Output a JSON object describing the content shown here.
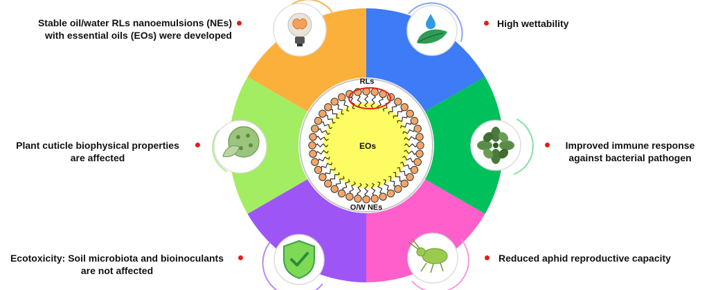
{
  "colors": {
    "segment_top_left": "#fbb03b",
    "segment_top_right": "#3d7bf7",
    "segment_right": "#00c05c",
    "segment_bottom_right": "#ff5fcb",
    "segment_bottom_left": "#9e55f5",
    "segment_left": "#a2ed62",
    "bullet": "#e0201b",
    "core": "#fdfd63",
    "bead": "#f5a565",
    "ring": "#c6c6c6"
  },
  "center": {
    "rls_label": "RLs",
    "eos_label": "EOs",
    "nes_label": "O/W NEs"
  },
  "labels": {
    "top_left": [
      "Stable oil/water RLs nanoemulsions (NEs)",
      "with essential oils (EOs) were developed"
    ],
    "top_right": [
      "High wettability"
    ],
    "mid_left": [
      "Plant cuticle biophysical properties",
      "are affected"
    ],
    "mid_right": [
      "Improved immune response",
      "against bacterial pathogen"
    ],
    "bottom_left": [
      "Ecotoxicity: Soil microbiota and bioinoculants",
      "are not affected"
    ],
    "bottom_right": [
      "Reduced aphid reproductive capacity"
    ]
  },
  "icons": {
    "top_left": "lightbulb-brain-icon",
    "top_right": "water-drop-leaf-icon",
    "mid_left": "leaf-cuticle-cells-icon",
    "mid_right": "plant-rosette-icon",
    "bottom_left": "shield-check-icon",
    "bottom_right": "aphid-icon"
  }
}
